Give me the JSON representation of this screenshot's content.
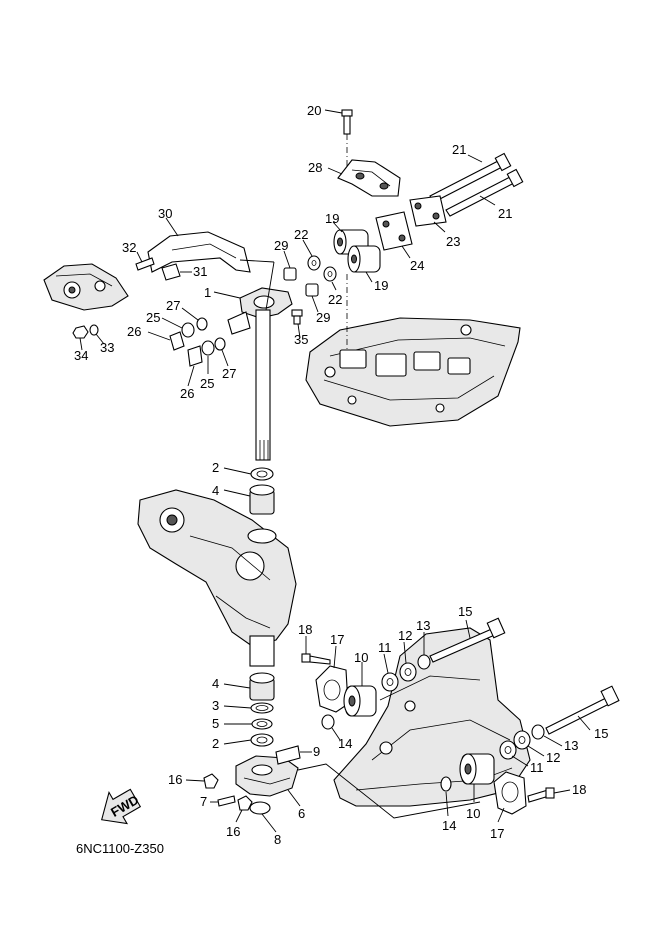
{
  "diagram": {
    "code": "6NC1100-Z350",
    "fwd_label": "FWD"
  },
  "callouts": {
    "c1": "1",
    "c2a": "2",
    "c2b": "2",
    "c3": "3",
    "c4a": "4",
    "c4b": "4",
    "c5": "5",
    "c6": "6",
    "c7": "7",
    "c8": "8",
    "c9": "9",
    "c10a": "10",
    "c10b": "10",
    "c11a": "11",
    "c11b": "11",
    "c12a": "12",
    "c12b": "12",
    "c13a": "13",
    "c13b": "13",
    "c14a": "14",
    "c14b": "14",
    "c15a": "15",
    "c15b": "15",
    "c16a": "16",
    "c16b": "16",
    "c17a": "17",
    "c17b": "17",
    "c18a": "18",
    "c18b": "18",
    "c19a": "19",
    "c19b": "19",
    "c20": "20",
    "c21a": "21",
    "c21b": "21",
    "c22a": "22",
    "c22b": "22",
    "c23": "23",
    "c24": "24",
    "c25a": "25",
    "c25b": "25",
    "c26a": "26",
    "c26b": "26",
    "c27a": "27",
    "c27b": "27",
    "c28": "28",
    "c29a": "29",
    "c29b": "29",
    "c30": "30",
    "c31": "31",
    "c32": "32",
    "c33": "33",
    "c34": "34",
    "c35": "35"
  }
}
